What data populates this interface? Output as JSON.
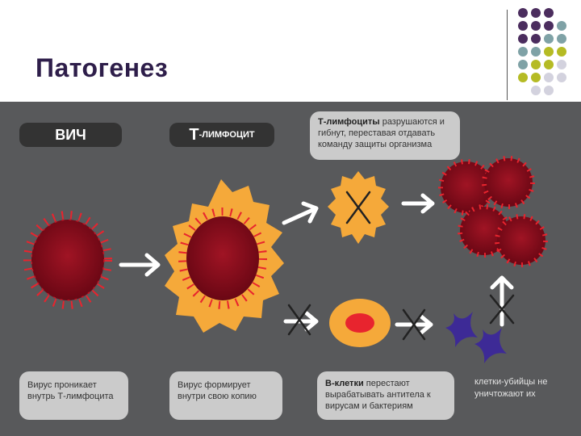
{
  "slide": {
    "title": "Патогенез"
  },
  "colors": {
    "purple": "#4b2d5e",
    "teal": "#7fa2a6",
    "olive": "#b5bb24",
    "light": "#d3d2de",
    "panel": "#58595b",
    "virus": "#8f0e1e",
    "spike": "#e8242e",
    "tcell": "#f5a93a",
    "killer": "#3d2a96"
  },
  "labels": {
    "hiv": "ВИЧ",
    "t_letter": "Т",
    "t_rest": "-ЛИМФОЦИТ"
  },
  "notes": {
    "top_bold": "Т-лимфоциты",
    "top_rest": " разрушаются и гибнут, переставая отдавать команду защиты организма",
    "step1": "Вирус проникает внутрь Т-лимфоцита",
    "step2": "Вирус формирует внутри свою копию",
    "step3_bold": "В-клетки",
    "step3_rest": " перестают вырабатывать антитела к вирусам и бактериям",
    "killer": "клетки-убийцы не уничтожают их"
  }
}
